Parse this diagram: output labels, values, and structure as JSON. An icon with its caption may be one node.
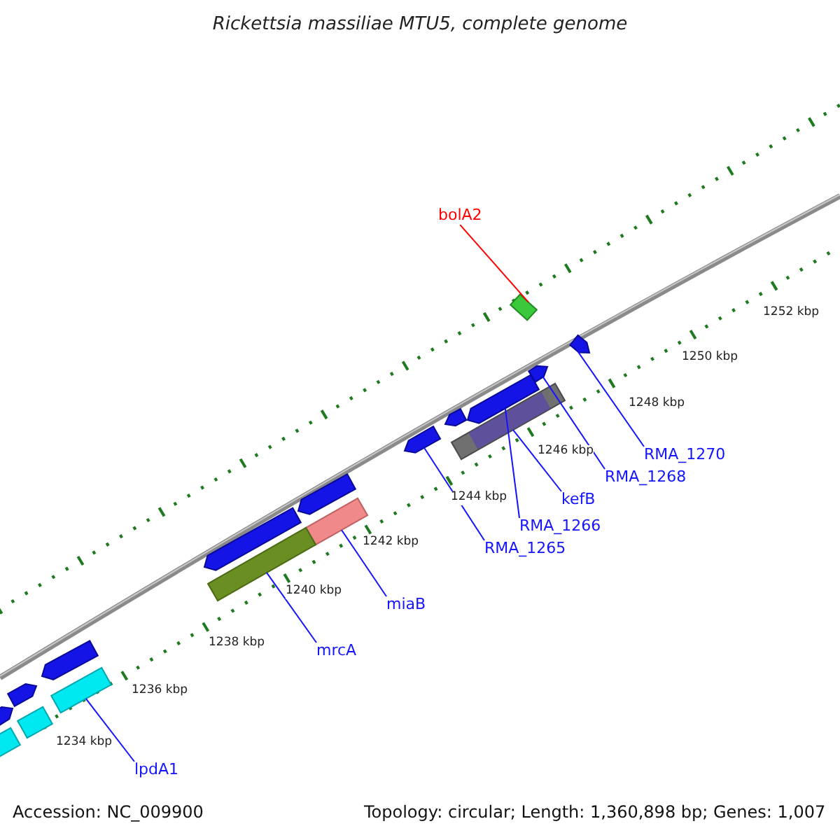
{
  "diagram": {
    "title": "Rickettsia massiliae MTU5, complete genome",
    "nodes": [
      {
        "text": [
          "bolA2"
        ]
      },
      {
        "text": [],
        "shape": "box"
      },
      {
        "text": [
          "RMA_1270"
        ]
      },
      {
        "text": [],
        "shape": "box"
      },
      {
        "text": [
          "RMA_1268"
        ]
      },
      {
        "text": [],
        "shape": "box"
      },
      {
        "text": [
          "kefB"
        ]
      },
      {
        "text": [],
        "shape": "box"
      },
      {
        "text": [
          "RMA_1266"
        ]
      },
      {
        "text": [],
        "shape": "box"
      },
      {
        "text": [
          "RMA_1265"
        ]
      },
      {
        "text": [],
        "shape": "box"
      },
      {
        "text": [
          "miaB"
        ]
      },
      {
        "text": [],
        "shape": "box"
      },
      {
        "text": [
          "mrcA"
        ]
      },
      {
        "text": [],
        "shape": "box"
      },
      {
        "text": [
          "lpdA1"
        ]
      },
      {
        "text": [],
        "shape": "box"
      }
    ],
    "edges": [
      {
        "from": 0,
        "to": 1,
        "arrow": "none",
        "color": "#ff0000"
      },
      {
        "from": 2,
        "to": 3,
        "arrow": "none"
      },
      {
        "from": 4,
        "to": 5,
        "arrow": "none"
      },
      {
        "from": 6,
        "to": 7,
        "arrow": "none"
      },
      {
        "from": 8,
        "to": 9,
        "arrow": "none"
      },
      {
        "from": 10,
        "to": 11,
        "arrow": "none"
      },
      {
        "from": 12,
        "to": 13,
        "arrow": "none"
      },
      {
        "from": 14,
        "to": 15,
        "arrow": "none"
      },
      {
        "from": 16,
        "to": 17,
        "arrow": "none"
      }
    ],
    "labels": [
      "1252 kbp",
      "1250 kbp",
      "1248 kbp",
      "1246 kbp",
      "1244 kbp",
      "1242 kbp",
      "1240 kbp",
      "1238 kbp",
      "1236 kbp",
      "1234 kbp",
      "Accession: NC_009900",
      "Topology: circular; Length: 1,360,898 bp; Genes: 1,007"
    ]
  }
}
